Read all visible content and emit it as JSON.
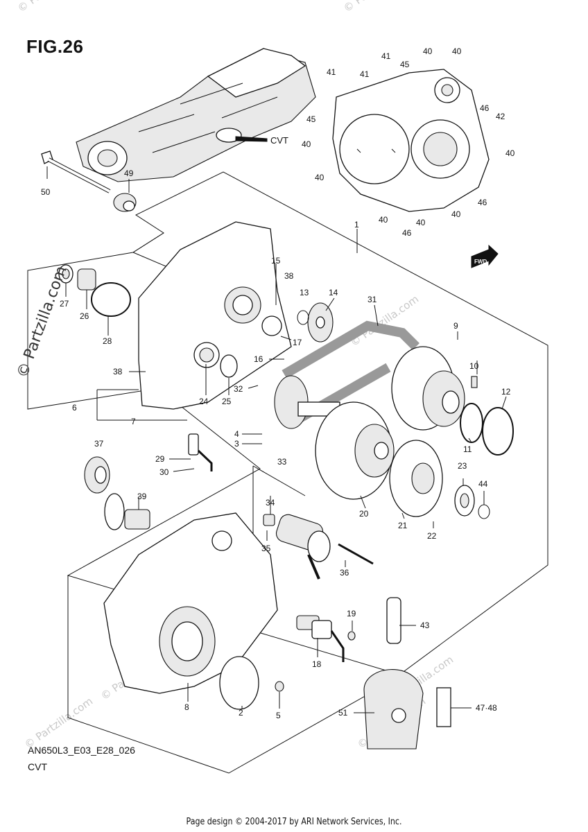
{
  "figure": {
    "title": "FIG.26",
    "code": "AN650L3_E03_E28_026",
    "section": "CVT",
    "cvt_callout": "CVT",
    "fwd_badge": "FWD"
  },
  "watermark": {
    "text": "© Partzilla.com",
    "side_text": "© Partzilla.com"
  },
  "footer": {
    "text": "Page design © 2004-2017 by ARI Network Services, Inc."
  },
  "callouts": [
    "50",
    "49",
    "1",
    "41",
    "41",
    "45",
    "40",
    "40",
    "41",
    "45",
    "40",
    "46",
    "42",
    "40",
    "40",
    "40",
    "40",
    "46",
    "40",
    "46",
    "40",
    "27",
    "26",
    "28",
    "38",
    "15",
    "13",
    "14",
    "31",
    "9",
    "10",
    "12",
    "17",
    "16",
    "38",
    "24",
    "25",
    "32",
    "6",
    "7",
    "4",
    "3",
    "11",
    "23",
    "44",
    "37",
    "29",
    "30",
    "33",
    "34",
    "39",
    "20",
    "21",
    "22",
    "35",
    "36",
    "19",
    "43",
    "18",
    "8",
    "5",
    "2",
    "51",
    "47·48"
  ]
}
